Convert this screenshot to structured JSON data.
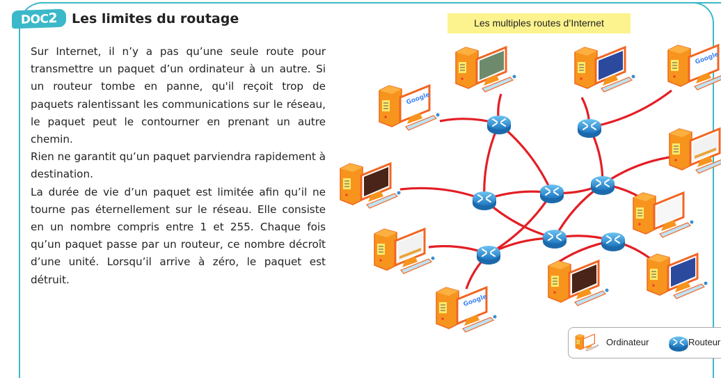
{
  "document": {
    "badge_prefix": "DOC",
    "badge_number": "2",
    "title": "Les limites du routage",
    "paragraphs": [
      "Sur Internet, il n’y a pas qu’une seule route pour transmettre un paquet d’un ordinateur à un autre. Si un routeur tombe en panne, qu'il reçoit trop de paquets ralentissant les communications sur le réseau, le paquet peut le contourner en prenant un autre chemin.",
      "Rien ne garantit qu’un paquet parviendra rapidement à destination.",
      "La durée de vie d’un paquet est limitée afin qu’il ne tourne pas éternellement sur le réseau. Elle consiste en un nombre compris entre 1 et 255. Chaque fois qu’un paquet passe par un routeur, ce nombre décroît d’une unité. Lorsqu’il arrive à zéro, le paquet est détruit."
    ]
  },
  "figure": {
    "title": "Les multiples routes d’Internet",
    "legend": {
      "computer_label": "Ordinateur",
      "router_label": "Routeur"
    },
    "nodes": {
      "routers": [
        "R1",
        "R2",
        "R3",
        "R4",
        "R5",
        "R6",
        "R7",
        "R8"
      ],
      "computers": [
        {
          "id": "C1",
          "screen": "google"
        },
        {
          "id": "C2",
          "screen": "photo"
        },
        {
          "id": "C3",
          "screen": "web-blue"
        },
        {
          "id": "C4",
          "screen": "google"
        },
        {
          "id": "C5",
          "screen": "dark-books"
        },
        {
          "id": "C6",
          "screen": "chart"
        },
        {
          "id": "C7",
          "screen": "web-white"
        },
        {
          "id": "C8",
          "screen": "chart"
        },
        {
          "id": "C9",
          "screen": "dark-books"
        },
        {
          "id": "C10",
          "screen": "web-blue"
        },
        {
          "id": "C11",
          "screen": "google"
        }
      ],
      "links": [
        [
          "C1",
          "R1"
        ],
        [
          "C2",
          "R1"
        ],
        [
          "R1",
          "R4"
        ],
        [
          "R1",
          "R3"
        ],
        [
          "C3",
          "R2"
        ],
        [
          "R2",
          "C4"
        ],
        [
          "R2",
          "R5"
        ],
        [
          "C8",
          "R5"
        ],
        [
          "C5",
          "R3"
        ],
        [
          "R3",
          "R7"
        ],
        [
          "R3",
          "R4"
        ],
        [
          "R4",
          "R5"
        ],
        [
          "R4",
          "R6"
        ],
        [
          "R5",
          "R7"
        ],
        [
          "R5",
          "C7"
        ],
        [
          "R6",
          "C6"
        ],
        [
          "R6",
          "R7"
        ],
        [
          "R6",
          "C11"
        ],
        [
          "R7",
          "R8"
        ],
        [
          "R8",
          "C9"
        ],
        [
          "R8",
          "C10"
        ]
      ]
    },
    "colors": {
      "frame": "#3bb8c9",
      "link": "#e31e24",
      "router": "#2f8fd0",
      "computer": "#f7941d",
      "title_bg": "#fdf38e"
    }
  }
}
